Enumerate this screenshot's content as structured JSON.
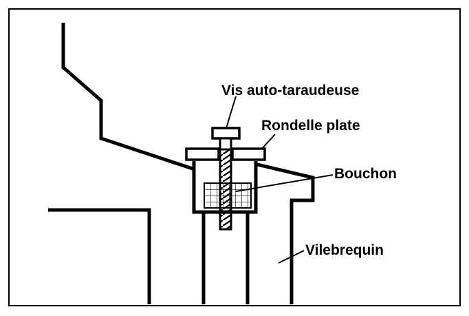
{
  "labels": {
    "screw": "Vis auto-taraudeuse",
    "washer": "Rondelle plate",
    "plug": "Bouchon",
    "crankshaft": "Vilebrequin"
  },
  "colors": {
    "ink": "#000000",
    "background": "#ffffff"
  }
}
